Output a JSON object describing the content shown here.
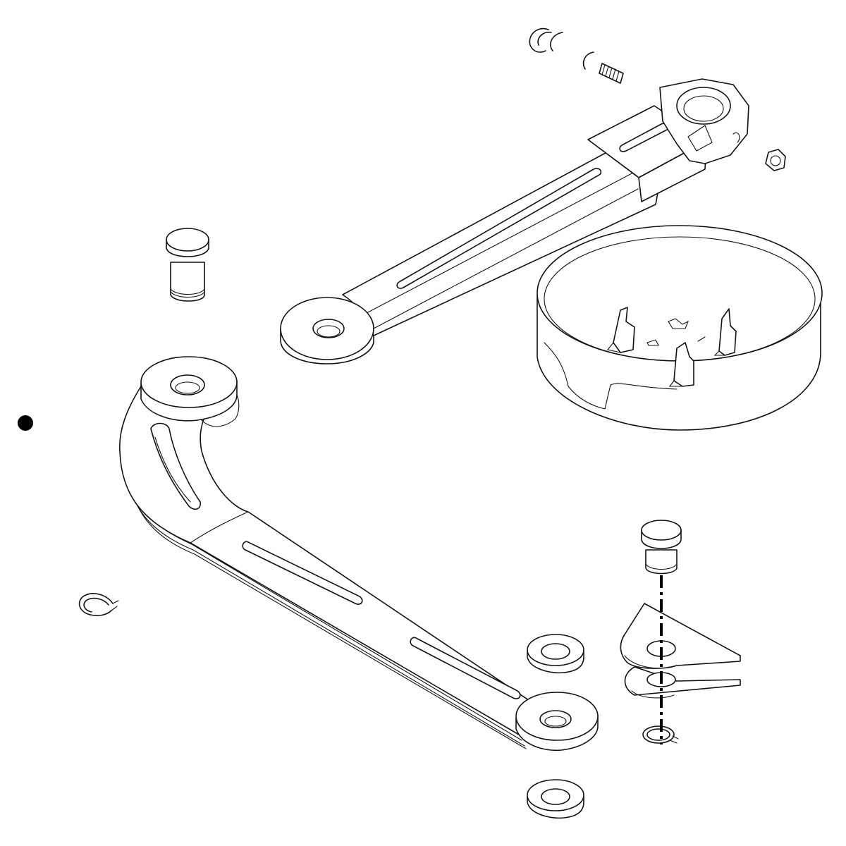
{
  "diagram": {
    "type": "exploded-assembly-line-drawing",
    "colors": {
      "line": "#111111",
      "background": "#ffffff",
      "marker": "#000000"
    },
    "parts": [
      "marker-dot",
      "retaining-ring",
      "c-clip",
      "threaded-stud",
      "hex-nut",
      "upper-arm",
      "round-housing",
      "pivot-pin",
      "curved-lower-arm",
      "washer",
      "clevis-bracket"
    ]
  }
}
